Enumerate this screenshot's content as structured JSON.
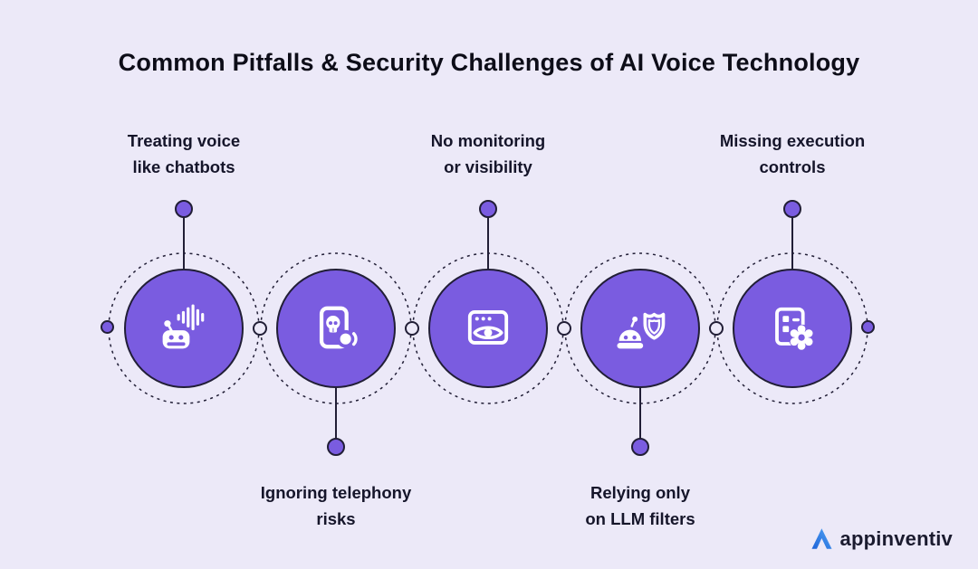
{
  "title": {
    "text": "Common Pitfalls & Security Challenges of AI Voice Technology"
  },
  "theme": {
    "background": "#ECE9F8",
    "circle_fill": "#7A5CE0",
    "outline": "#211E36",
    "icon_color": "#FFFFFF",
    "title_color": "#0D0D18",
    "label_color": "#15152A",
    "logo_blue_light": "#4FA3F4",
    "logo_blue_dark": "#1E63D8",
    "logo_text_color": "#1B1B2F"
  },
  "items": [
    {
      "label_line1": "Treating voice",
      "label_line2": "like chatbots",
      "label_position": "top",
      "icon": "robot-voice-wave-icon"
    },
    {
      "label_line1": "Ignoring telephony",
      "label_line2": "risks",
      "label_position": "bottom",
      "icon": "phone-skull-audio-icon"
    },
    {
      "label_line1": "No monitoring",
      "label_line2": "or visibility",
      "label_position": "top",
      "icon": "browser-eye-icon"
    },
    {
      "label_line1": "Relying only",
      "label_line2": "on LLM filters",
      "label_position": "bottom",
      "icon": "robot-shield-icon"
    },
    {
      "label_line1": "Missing execution",
      "label_line2": "controls",
      "label_position": "top",
      "icon": "document-gear-icon"
    }
  ],
  "footer": {
    "brand_name": "appinventiv"
  }
}
